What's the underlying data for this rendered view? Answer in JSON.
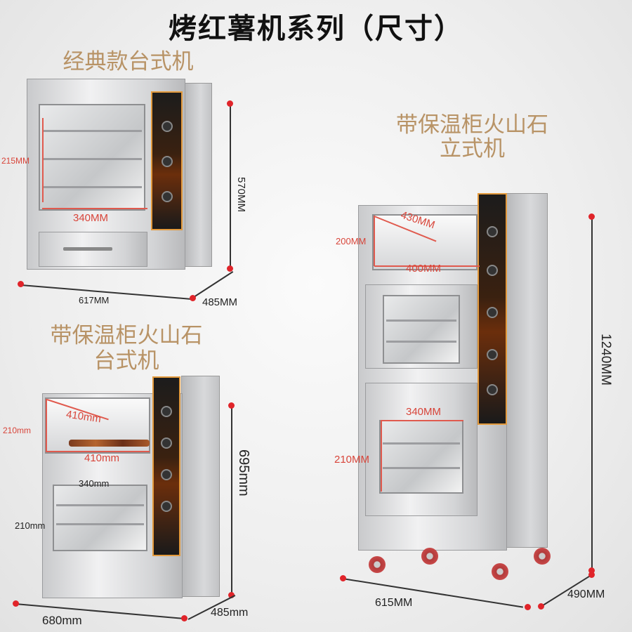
{
  "title": "烤红薯机系列（尺寸）",
  "machines": [
    {
      "name": "经典款台式机",
      "dims": {
        "inner_height": "215MM",
        "inner_width": "340MM",
        "height": "570MM",
        "width": "617MM",
        "depth": "485MM"
      }
    },
    {
      "name_line1": "带保温柜火山石",
      "name_line2": "台式机",
      "dims": {
        "warmer_height": "210mm",
        "warmer_depth": "410mm",
        "warmer_width": "410mm",
        "inner_width": "340mm",
        "inner_height": "210mm",
        "height": "695mm",
        "width": "680mm",
        "depth": "485mm"
      }
    },
    {
      "name_line1": "带保温柜火山石",
      "name_line2": "立式机",
      "dims": {
        "warmer_depth": "430MM",
        "warmer_height": "200MM",
        "warmer_width": "400MM",
        "inner_width": "340MM",
        "inner_height": "210MM",
        "height": "1240MM",
        "width": "615MM",
        "depth": "490MM"
      }
    }
  ]
}
